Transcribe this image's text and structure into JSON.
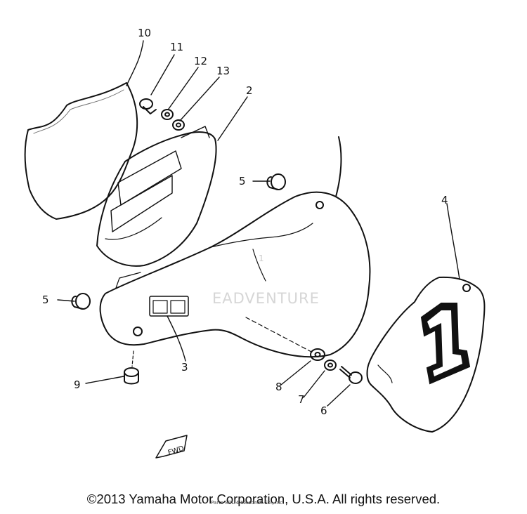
{
  "callouts": {
    "c1": "1",
    "c2": "2",
    "c3": "3",
    "c4": "4",
    "c5a": "5",
    "c5b": "5",
    "c6": "6",
    "c7": "7",
    "c8": "8",
    "c9": "9",
    "c10": "10",
    "c11": "11",
    "c12": "12",
    "c13": "13"
  },
  "watermark": "EADVENTURE",
  "fwd_label": "FWD",
  "plate_number": "1",
  "copyright": "©2013 Yamaha Motor Corporation, U.S.A. All rights reserved.",
  "copyright_small": "Parts SOL 4 Woodroff Co., Inc."
}
